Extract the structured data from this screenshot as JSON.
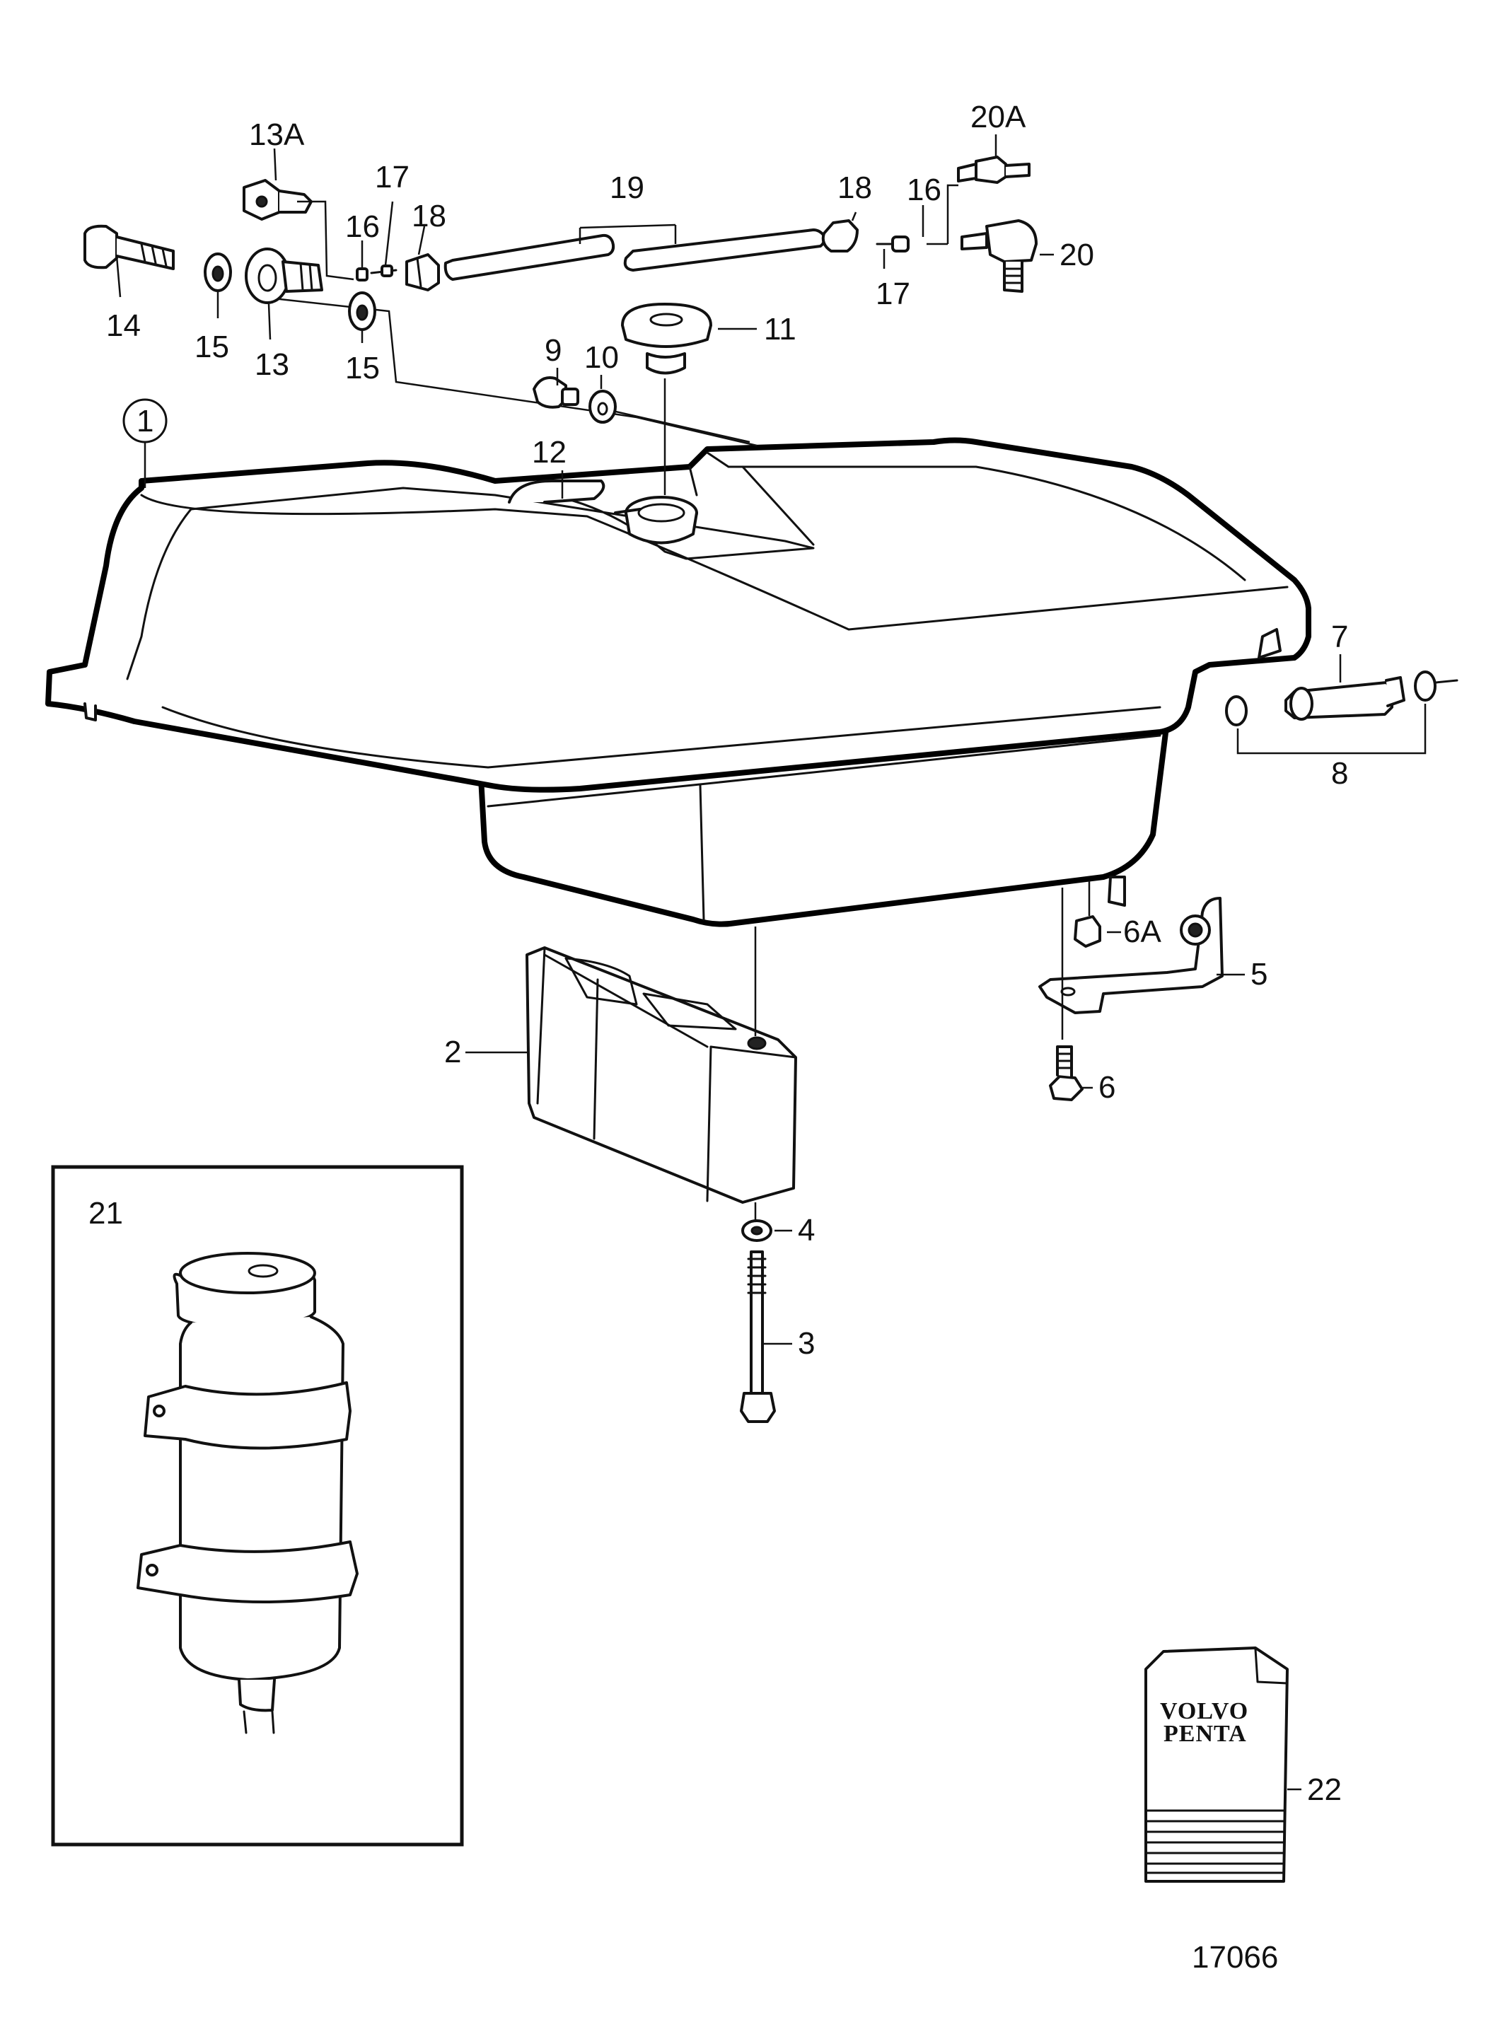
{
  "callouts": [
    {
      "id": "c1",
      "text": "1"
    },
    {
      "id": "c2",
      "text": "2"
    },
    {
      "id": "c3",
      "text": "3"
    },
    {
      "id": "c4",
      "text": "4"
    },
    {
      "id": "c5",
      "text": "5"
    },
    {
      "id": "c6",
      "text": "6"
    },
    {
      "id": "c6a",
      "text": "6A"
    },
    {
      "id": "c7",
      "text": "7"
    },
    {
      "id": "c8",
      "text": "8"
    },
    {
      "id": "c9",
      "text": "9"
    },
    {
      "id": "c10",
      "text": "10"
    },
    {
      "id": "c11",
      "text": "11"
    },
    {
      "id": "c12",
      "text": "12"
    },
    {
      "id": "c13",
      "text": "13"
    },
    {
      "id": "c13a",
      "text": "13A"
    },
    {
      "id": "c14",
      "text": "14"
    },
    {
      "id": "c15a",
      "text": "15"
    },
    {
      "id": "c15b",
      "text": "15"
    },
    {
      "id": "c16a",
      "text": "16"
    },
    {
      "id": "c16b",
      "text": "16"
    },
    {
      "id": "c17a",
      "text": "17"
    },
    {
      "id": "c17b",
      "text": "17"
    },
    {
      "id": "c18a",
      "text": "18"
    },
    {
      "id": "c18b",
      "text": "18"
    },
    {
      "id": "c19",
      "text": "19"
    },
    {
      "id": "c20",
      "text": "20"
    },
    {
      "id": "c20a",
      "text": "20A"
    },
    {
      "id": "c21",
      "text": "21"
    },
    {
      "id": "c22",
      "text": "22"
    }
  ],
  "booklet": {
    "brand_line1": "VOLVO",
    "brand_line2": "PENTA"
  },
  "drawing_number": "17066"
}
